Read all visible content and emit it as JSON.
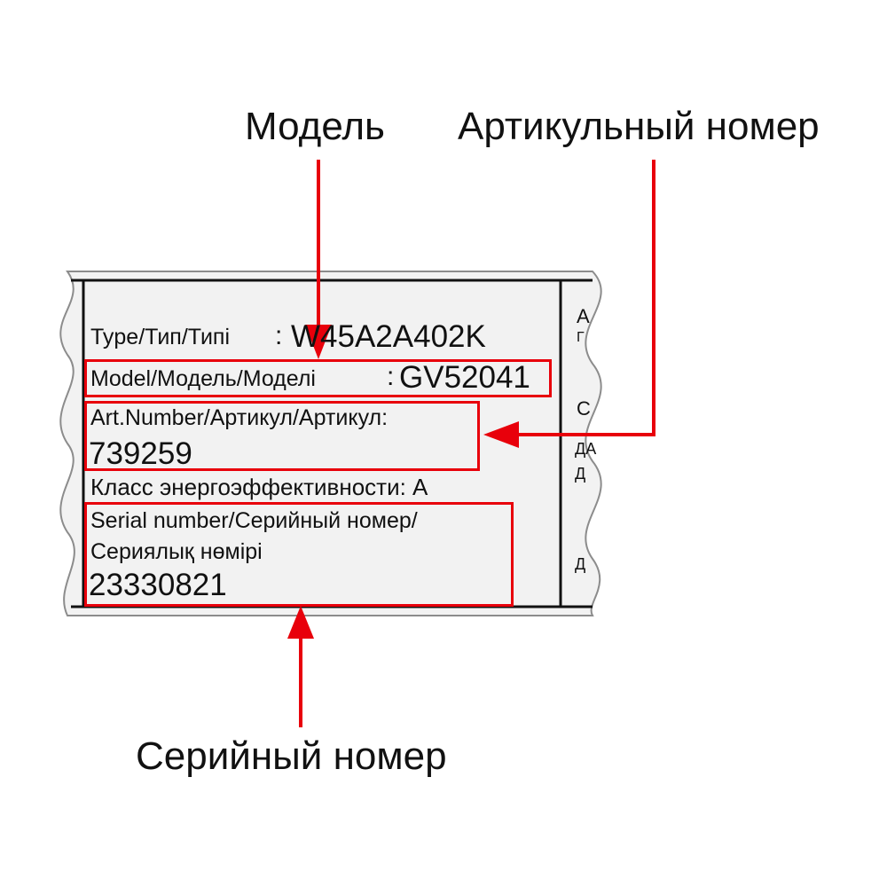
{
  "callouts": {
    "model": "Модель",
    "article": "Артикульный номер",
    "serial": "Серийный номер"
  },
  "label": {
    "type_label": "Type/Тип/Типі",
    "type_colon": ":",
    "type_value": "W45A2A402K",
    "model_label": "Model/Модель/Моделі",
    "model_colon": ":",
    "model_value": "GV52041",
    "art_label": "Art.Number/Артикул/Артикул:",
    "art_value": "739259",
    "energy_class": "Класс энергоэффективности: A",
    "serial_label_line1": "Serial number/Серийный номер/",
    "serial_label_line2": "Сериялық нөмірі",
    "serial_value": "23330821",
    "right_column_fragments": [
      "А",
      "Г",
      "С",
      "ДА",
      "Д",
      "Д"
    ]
  },
  "colors": {
    "highlight": "#e8000b",
    "label_background": "#f2f2f2",
    "label_border": "#8c8c8c"
  }
}
